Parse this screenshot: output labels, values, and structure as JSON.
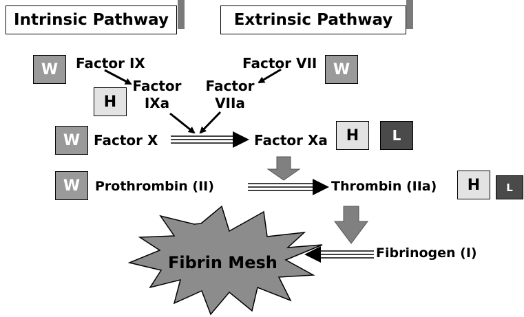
{
  "headers": {
    "intrinsic": "Intrinsic Pathway",
    "extrinsic": "Extrinsic Pathway"
  },
  "factors": {
    "factor_ix": "Factor IX",
    "factor_vii": "Factor VII",
    "factor_ixa_line1": "Factor",
    "factor_ixa_line2": "IXa",
    "factor_viia_line1": "Factor",
    "factor_viia_line2": "VIIa",
    "factor_x": "Factor X",
    "factor_xa": "Factor Xa",
    "prothrombin": "Prothrombin (II)",
    "thrombin": "Thrombin (IIa)",
    "fibrinogen": "Fibrinogen (I)",
    "fibrin_mesh": "Fibrin Mesh"
  },
  "badges": {
    "w": "W",
    "h": "H",
    "l": "L"
  },
  "colors": {
    "background": "#ffffff",
    "header_shadow": "#7a7a7a",
    "badge_w": "#9a9a9a",
    "badge_h": "#e3e3e3",
    "badge_l": "#4a4a4a",
    "block_arrow": "#808080",
    "starburst": "#8c8c8c"
  }
}
